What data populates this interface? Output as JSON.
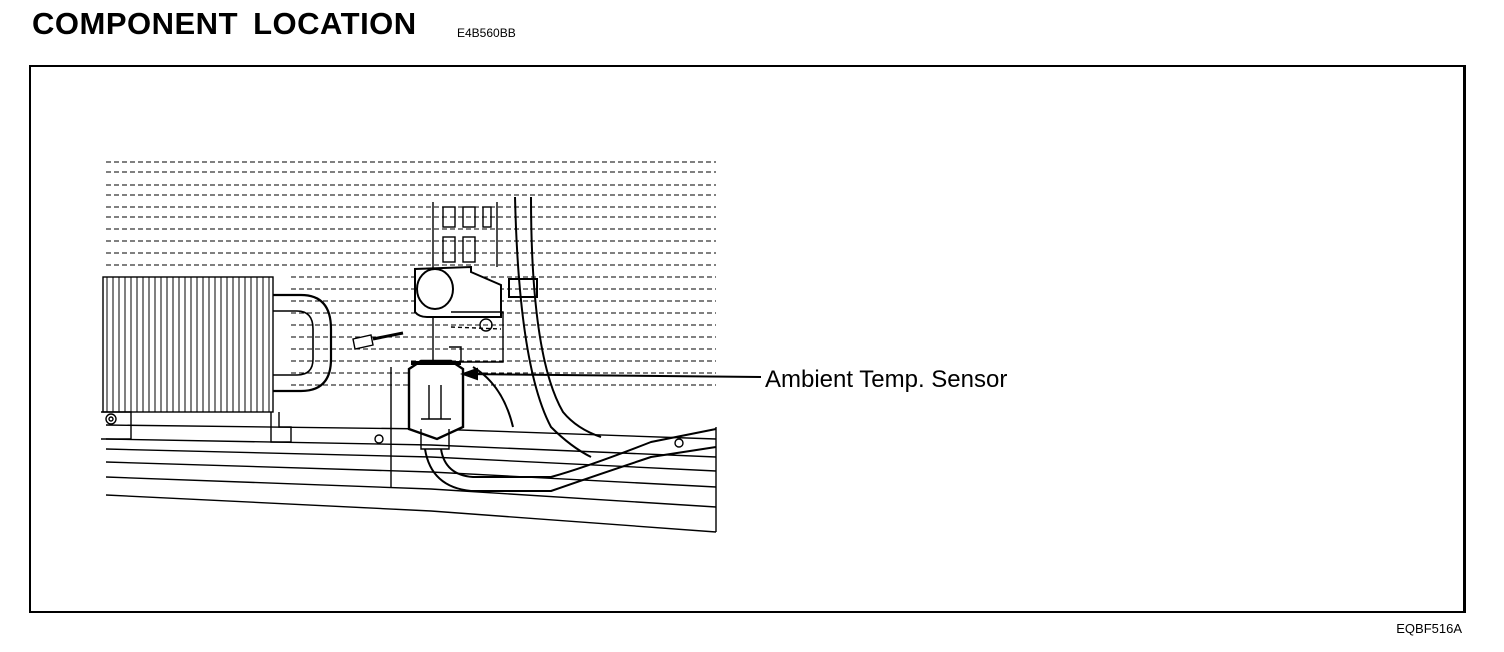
{
  "header": {
    "title": "COMPONENT LOCATION",
    "code": "E4B560BB"
  },
  "figure": {
    "callout": "Ambient Temp. Sensor",
    "figure_code": "EQBF516A"
  },
  "icons": {
    "main": "ambient-temp-sensor-illustration"
  }
}
